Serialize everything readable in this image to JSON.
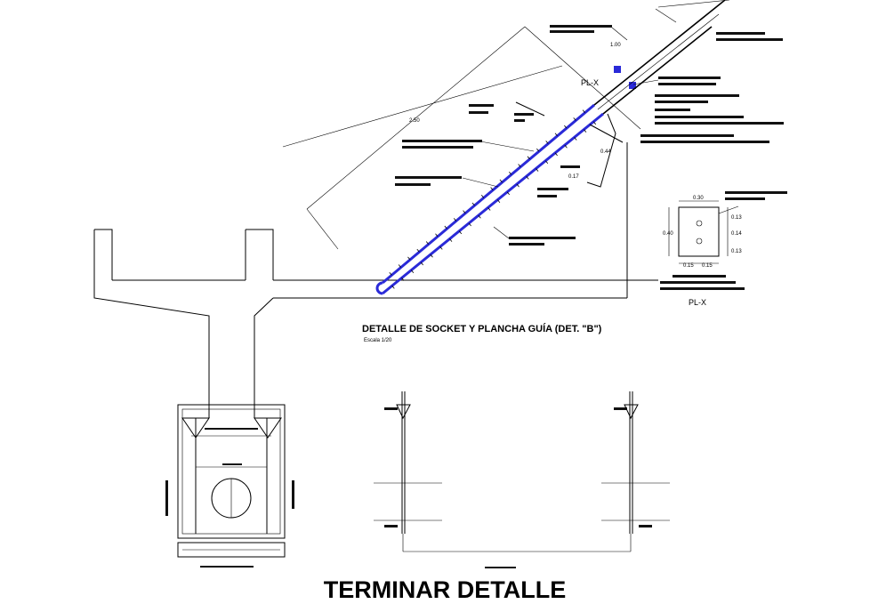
{
  "page": {
    "title": "TERMINAR DETALLE"
  },
  "detail": {
    "heading": "DETALLE DE SOCKET Y PLANCHA GUÍA (DET. \"B\")",
    "scale": "Escala 1/20",
    "plate_tag_top": "PL-X",
    "plate_tag_bottom": "PL-X"
  },
  "dimensions": {
    "long_diag": "2.50",
    "upper_diag": "1.00",
    "d044": "0.44",
    "d017": "0.17",
    "plate_width": "0.30",
    "plate_height": "0.40",
    "v1": "0.13",
    "v2": "0.14",
    "v3": "0.13",
    "h1": "0.15",
    "h2": "0.15"
  },
  "colors": {
    "rebar": "#2a2ad8",
    "ink": "#000000",
    "paper": "#ffffff"
  }
}
